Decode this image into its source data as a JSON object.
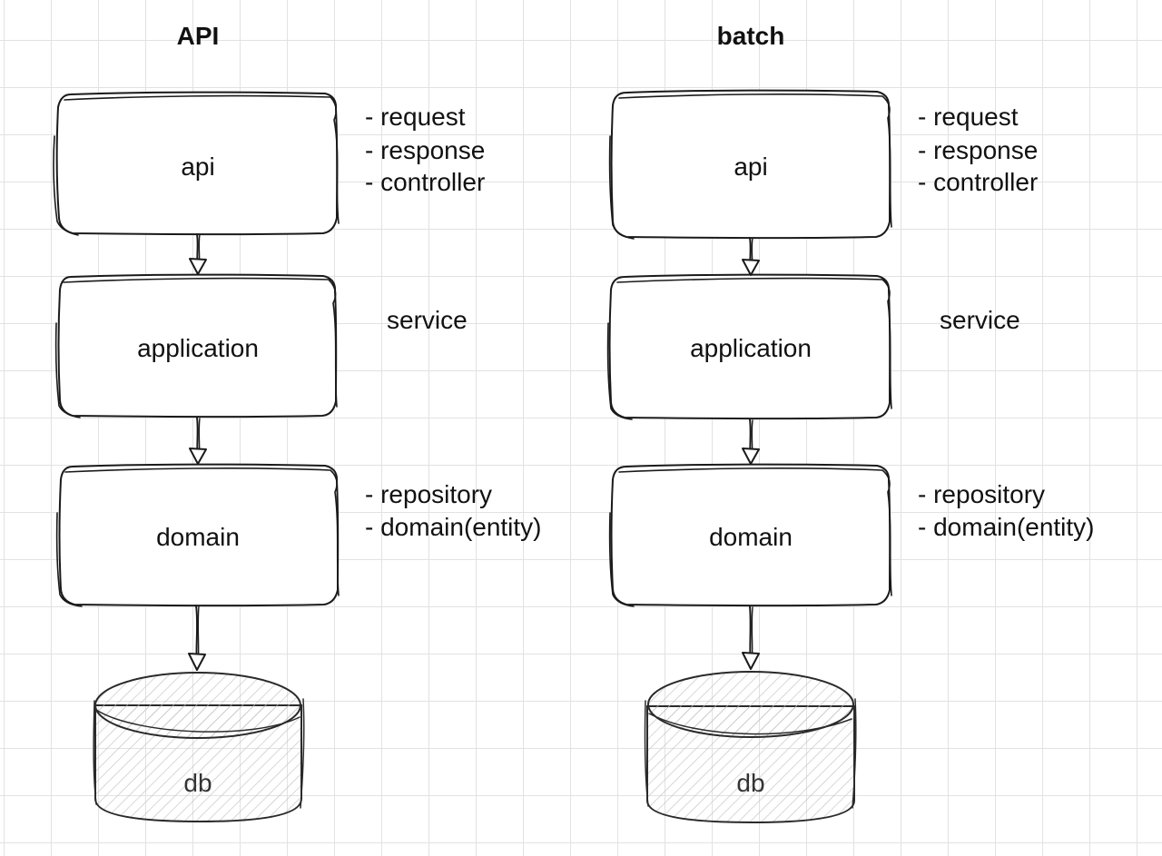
{
  "columns": [
    {
      "title": "API",
      "layers": [
        {
          "label": "api",
          "notes": [
            "- request",
            "- response",
            "- controller"
          ]
        },
        {
          "label": "application",
          "notes": [
            "service"
          ]
        },
        {
          "label": "domain",
          "notes": [
            "- repository",
            "- domain(entity)"
          ]
        }
      ],
      "db_label": "db"
    },
    {
      "title": "batch",
      "layers": [
        {
          "label": "api",
          "notes": [
            "- request",
            "- response",
            "- controller"
          ]
        },
        {
          "label": "application",
          "notes": [
            "service"
          ]
        },
        {
          "label": "domain",
          "notes": [
            "- repository",
            "- domain(entity)"
          ]
        }
      ],
      "db_label": "db"
    }
  ],
  "colors": {
    "stroke": "#1a1a1a",
    "grid": "#e2e2e2",
    "db_hatch": "#b8b8b8"
  }
}
